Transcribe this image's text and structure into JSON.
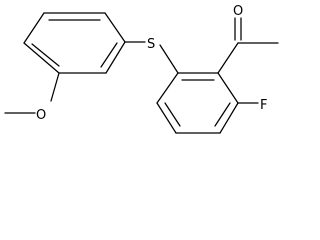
{
  "molecule": {
    "atoms": {
      "sulfur": "S",
      "carbonyl_oxygen": "O",
      "methoxy_oxygen": "O",
      "fluorine": "F"
    }
  }
}
